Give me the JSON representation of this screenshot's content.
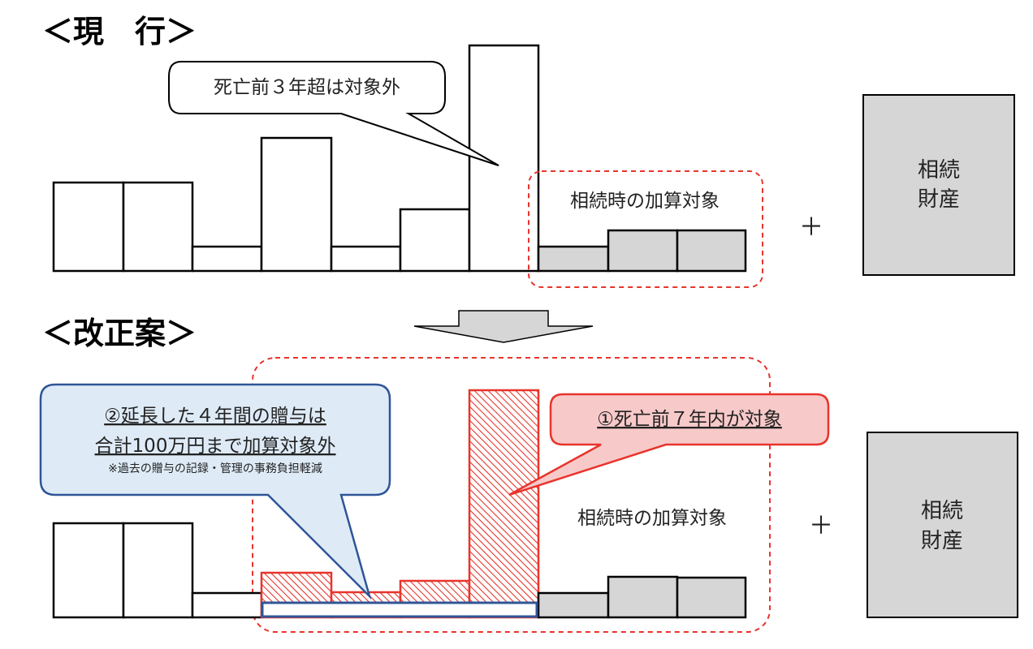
{
  "current": {
    "heading": "＜現　行＞",
    "callout": "死亡前３年超は対象外",
    "add_target_label": "相続時の加算対象",
    "plus": "＋",
    "estate_line1": "相続",
    "estate_line2": "財産"
  },
  "proposal": {
    "heading": "＜改正案＞",
    "callout_blue_line1": "②延長した４年間の贈与は",
    "callout_blue_line2": "合計100万円まで加算対象外",
    "callout_blue_note": "※過去の贈与の記録・管理の事務負担軽減",
    "callout_red": "①死亡前７年内が対象",
    "add_target_label": "相続時の加算対象",
    "plus": "＋",
    "estate_line1": "相続",
    "estate_line2": "財産"
  },
  "colors": {
    "red_dashed": "#e8342c",
    "gray_fill": "#d6d6d6",
    "blue_border": "#2f5597",
    "blue_fill": "#deebf7",
    "pink_fill": "#f8c9c9",
    "hatch_red": "#e8342c"
  }
}
